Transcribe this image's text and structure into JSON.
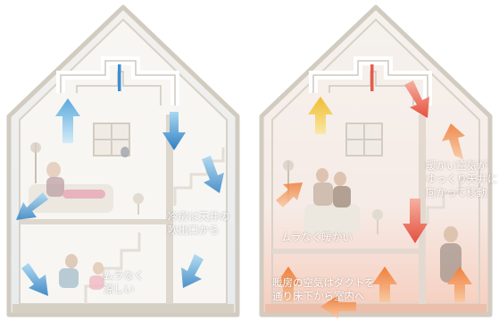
{
  "cooling": {
    "label_center": "ムラなく\n涼しい",
    "label_outlet": "冷房は天井の\n吹出口から",
    "colors": {
      "cool_arrow": "#3f8fcf",
      "cool_arrow_light": "#9fd0ee",
      "wall": "#c9c2b7"
    }
  },
  "heating": {
    "label_even": "ムラなく暖かい",
    "label_rise": "暖かい空気が\nゆっくり天井に\n向かって移動",
    "label_duct": "暖房の空気はダクトを\n通り床下から室内へ",
    "colors": {
      "warm_arrow": "#ef8a4a",
      "hot_arrow": "#e85a4a",
      "yellow_arrow": "#f2c94c",
      "floor_glow": "#f6cdbd"
    }
  },
  "icons": [
    "cool-air-arrow-icon",
    "warm-air-arrow-icon",
    "duct-outlet-icon"
  ]
}
